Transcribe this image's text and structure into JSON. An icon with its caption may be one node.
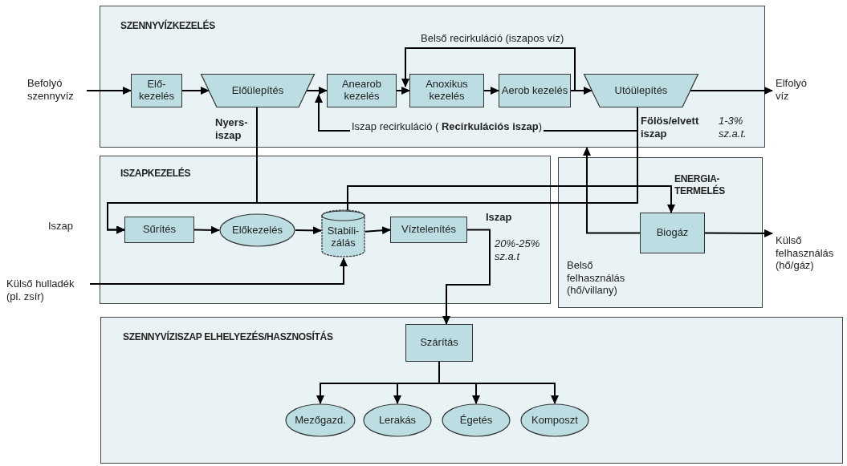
{
  "diagram": {
    "nodes": [
      {
        "text": [
          "SZENNYVÍZKEZELÉS"
        ]
      },
      {
        "text": [
          "Befolyó szennyvíz"
        ]
      },
      {
        "text": [
          "Elő- kezelés"
        ],
        "in": 0
      },
      {
        "text": [
          "Előülepítés"
        ],
        "in": 0,
        "beside": [
          "Nyers- iszap"
        ]
      },
      {
        "text": [
          "Anearob kezelés"
        ],
        "in": 0
      },
      {
        "text": [
          "Anoxikus kezelés"
        ],
        "in": 0
      },
      {
        "text": [
          "Aerob kezelés"
        ],
        "in": 0
      },
      {
        "text": [
          "Utóülepítés"
        ],
        "in": 0,
        "beside": [
          "Fölös/elvett iszap",
          "1-3% sz.a.t."
        ]
      },
      {
        "text": [
          "Elfolyó víz"
        ]
      },
      {
        "text": [
          "ISZAPKEZELÉS"
        ]
      },
      {
        "text": [
          "Sűrítés"
        ],
        "in": 9
      },
      {
        "text": [
          "Előkezelés"
        ],
        "in": 9
      },
      {
        "text": [
          "Stabili- zálás"
        ],
        "in": 9
      },
      {
        "text": [
          "Víztelenítés"
        ],
        "in": 9,
        "beside": [
          "Iszap",
          "20%-25% sz.a.t"
        ]
      },
      {
        "text": [
          "Külső hulladék (pl. zsír)"
        ]
      },
      {
        "text": [
          "ENERGIA- TERMELÉS",
          "Belső felhasználás (hő/villany)"
        ]
      },
      {
        "text": [
          "Biogáz"
        ],
        "in": 15
      },
      {
        "text": [
          "Külső felhasználás (hő/gáz)"
        ]
      },
      {
        "text": [
          "SZENNYVÍZISZAP ELHELYEZÉS/HASZNOSÍTÁS"
        ]
      },
      {
        "text": [
          "Szárítás"
        ],
        "in": 18
      },
      {
        "text": [
          "Mezőgazd."
        ],
        "in": 18
      },
      {
        "text": [
          "Lerakás"
        ],
        "in": 18
      },
      {
        "text": [
          "Égetés"
        ],
        "in": 18
      },
      {
        "text": [
          "Komposzt"
        ],
        "in": 18
      }
    ],
    "edges": [
      {
        "from": 1,
        "to": 2,
        "arrow": "to"
      },
      {
        "from": 2,
        "to": 3,
        "arrow": "to"
      },
      {
        "from": 3,
        "to": 4,
        "arrow": "to"
      },
      {
        "from": 4,
        "to": 5,
        "arrow": "to"
      },
      {
        "from": 5,
        "to": 6,
        "arrow": "to"
      },
      {
        "from": 6,
        "to": 7,
        "arrow": "to"
      },
      {
        "from": 7,
        "to": 8,
        "arrow": "to"
      },
      {
        "from": 6,
        "to": 5,
        "arrow": "to",
        "label": "Belső recirkuláció (iszapos víz)"
      },
      {
        "from": 7,
        "to": 4,
        "arrow": "to",
        "label": "Iszap recirkuláció ( **Recirkulációs iszap**)"
      },
      {
        "from": 7,
        "to": 10,
        "arrow": "to"
      },
      {
        "from": 3,
        "to": 10,
        "arrow": "to"
      },
      {
        "from": 10,
        "to": 11,
        "arrow": "to"
      },
      {
        "from": 11,
        "to": 12,
        "arrow": "to"
      },
      {
        "from": 12,
        "to": 13,
        "arrow": "to"
      },
      {
        "from": 14,
        "to": 12,
        "arrow": "to"
      },
      {
        "from": 12,
        "to": 16,
        "arrow": "to"
      },
      {
        "from": 16,
        "to": 0,
        "arrow": "to"
      },
      {
        "from": 16,
        "to": 17,
        "arrow": "to"
      },
      {
        "from": 13,
        "to": 19,
        "arrow": "to"
      },
      {
        "from": 19,
        "to": 20,
        "arrow": "to"
      },
      {
        "from": 19,
        "to": 21,
        "arrow": "to"
      },
      {
        "from": 19,
        "to": 22,
        "arrow": "to"
      },
      {
        "from": 19,
        "to": 23,
        "arrow": "to"
      }
    ],
    "labels": [
      "Iszap"
    ]
  }
}
